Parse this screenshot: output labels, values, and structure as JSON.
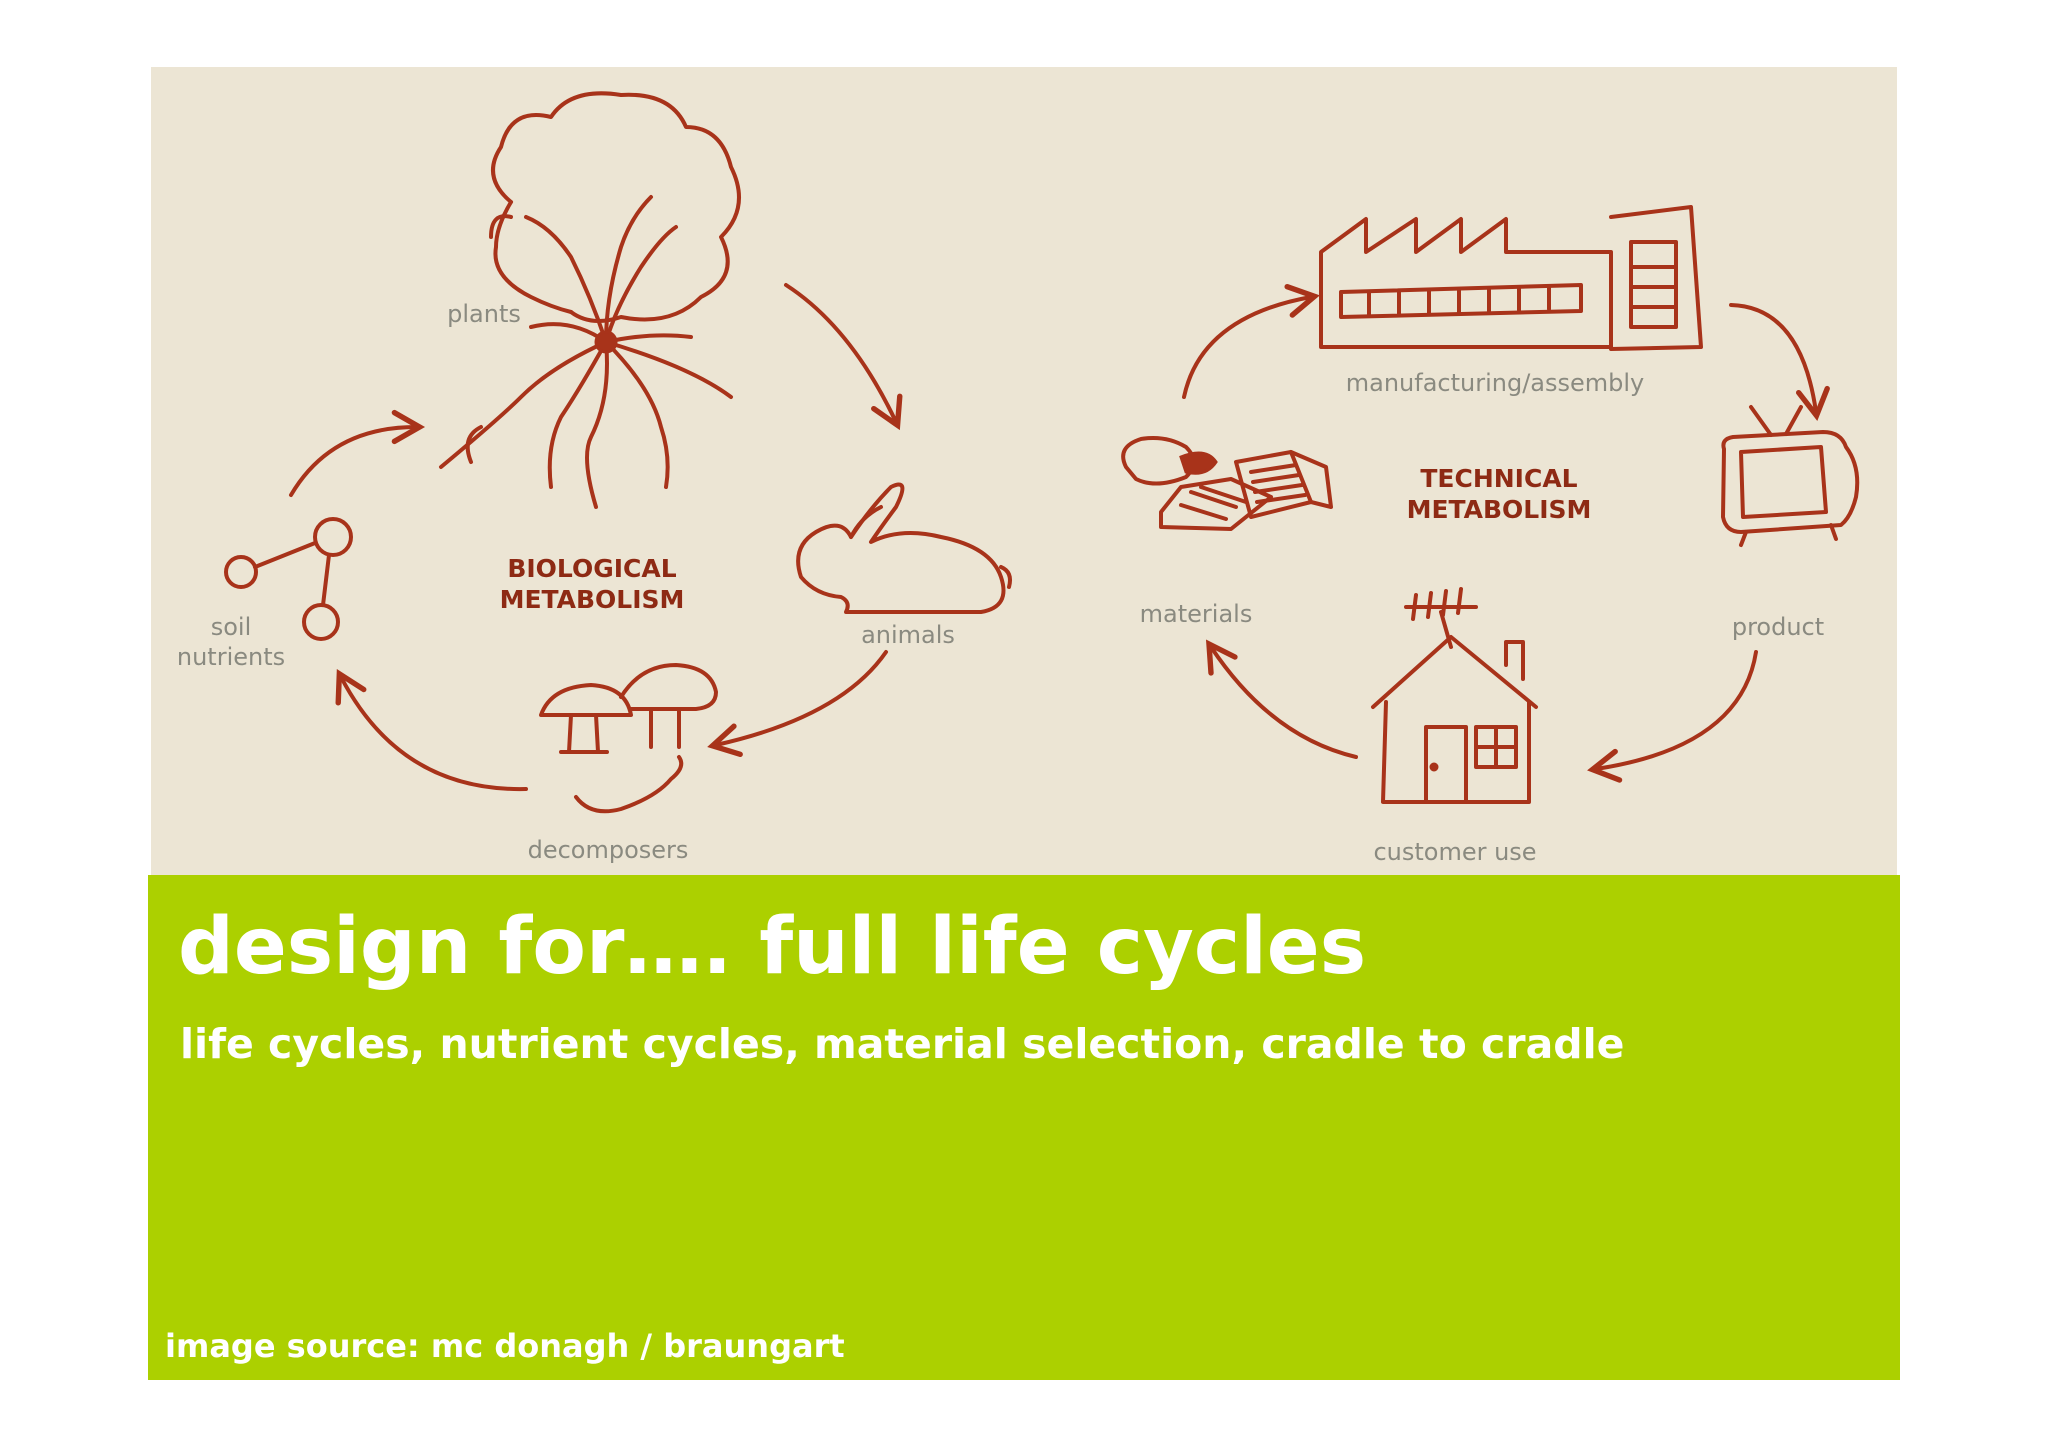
{
  "slide": {
    "title": "design for…. full life cycles",
    "subtitle": "life cycles, nutrient cycles, material selection, cradle to cradle",
    "image_source": "image source:  mc donagh / braungart"
  },
  "diagram": {
    "biological": {
      "title_line1": "BIOLOGICAL",
      "title_line2": "METABOLISM",
      "plants": "plants",
      "animals": "animals",
      "decomposers": "decomposers",
      "soil_line1": "soil",
      "soil_line2": "nutrients"
    },
    "technical": {
      "title_line1": "TECHNICAL",
      "title_line2": "METABOLISM",
      "manufacturing": "manufacturing/assembly",
      "product": "product",
      "customer_use": "customer use",
      "materials": "materials"
    }
  },
  "colors": {
    "accent_green": "#acd000",
    "diagram_background": "#ece5d4",
    "sketch_ink": "#a8331a",
    "label_gray": "#8a8a80"
  }
}
